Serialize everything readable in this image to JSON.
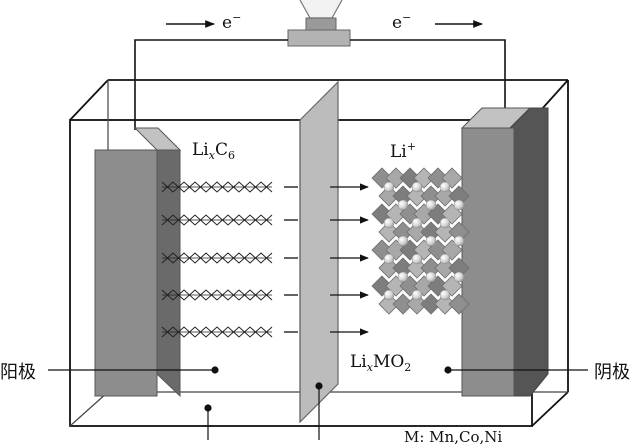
{
  "electron_symbol": "e",
  "electron_charge": "−",
  "anode_material": {
    "base": "Li",
    "sub": "x",
    "tail": "C",
    "tail_sub": "6"
  },
  "li_ion": {
    "base": "Li",
    "sup": "+"
  },
  "cathode_material": {
    "base": "Li",
    "sub": "x",
    "tail": "MO",
    "tail_sub": "2"
  },
  "anode_label": "阳极",
  "cathode_label": "阴极",
  "metal_list": "M: Mn,Co,Ni",
  "colors": {
    "electrode": "#8d8d8d",
    "separator": "#bcbcbc",
    "octahedra": "#9e9e9e"
  }
}
